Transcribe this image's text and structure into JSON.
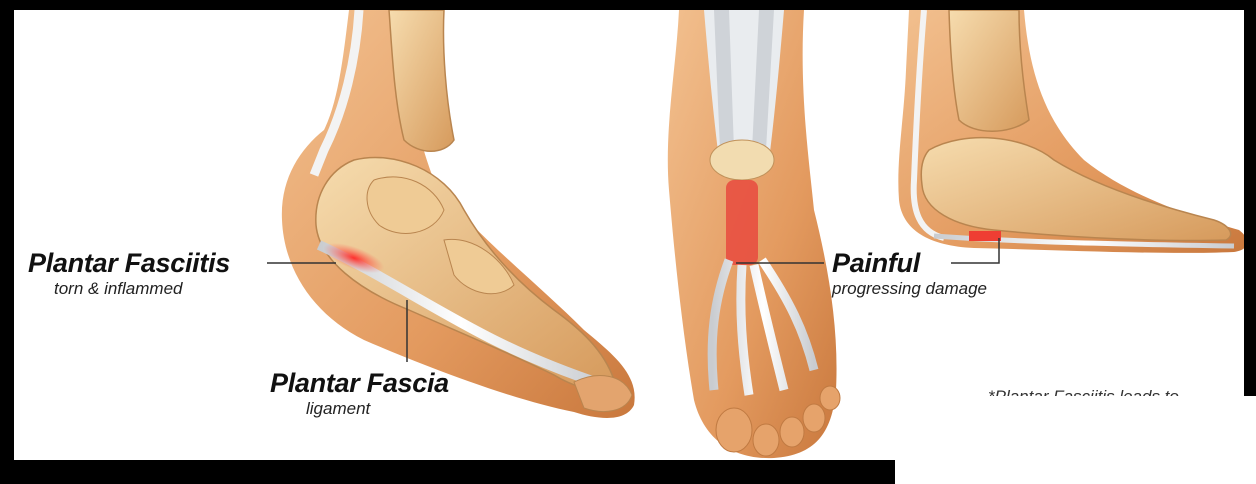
{
  "labels": {
    "plantar_fasciitis": {
      "title": "Plantar Fasciitis",
      "subtitle": "torn & inflammed"
    },
    "plantar_fascia": {
      "title": "Plantar Fascia",
      "subtitle": "ligament"
    },
    "painful": {
      "title": "Painful",
      "subtitle": "progressing damage"
    }
  },
  "caption_truncated": "*Plantar Fasciitis leads to",
  "colors": {
    "frame": "#000000",
    "skin": "#e8a86e",
    "bone": "#e9c08a",
    "inflammation": "#e8453a",
    "ligament": "#eef0f2"
  }
}
